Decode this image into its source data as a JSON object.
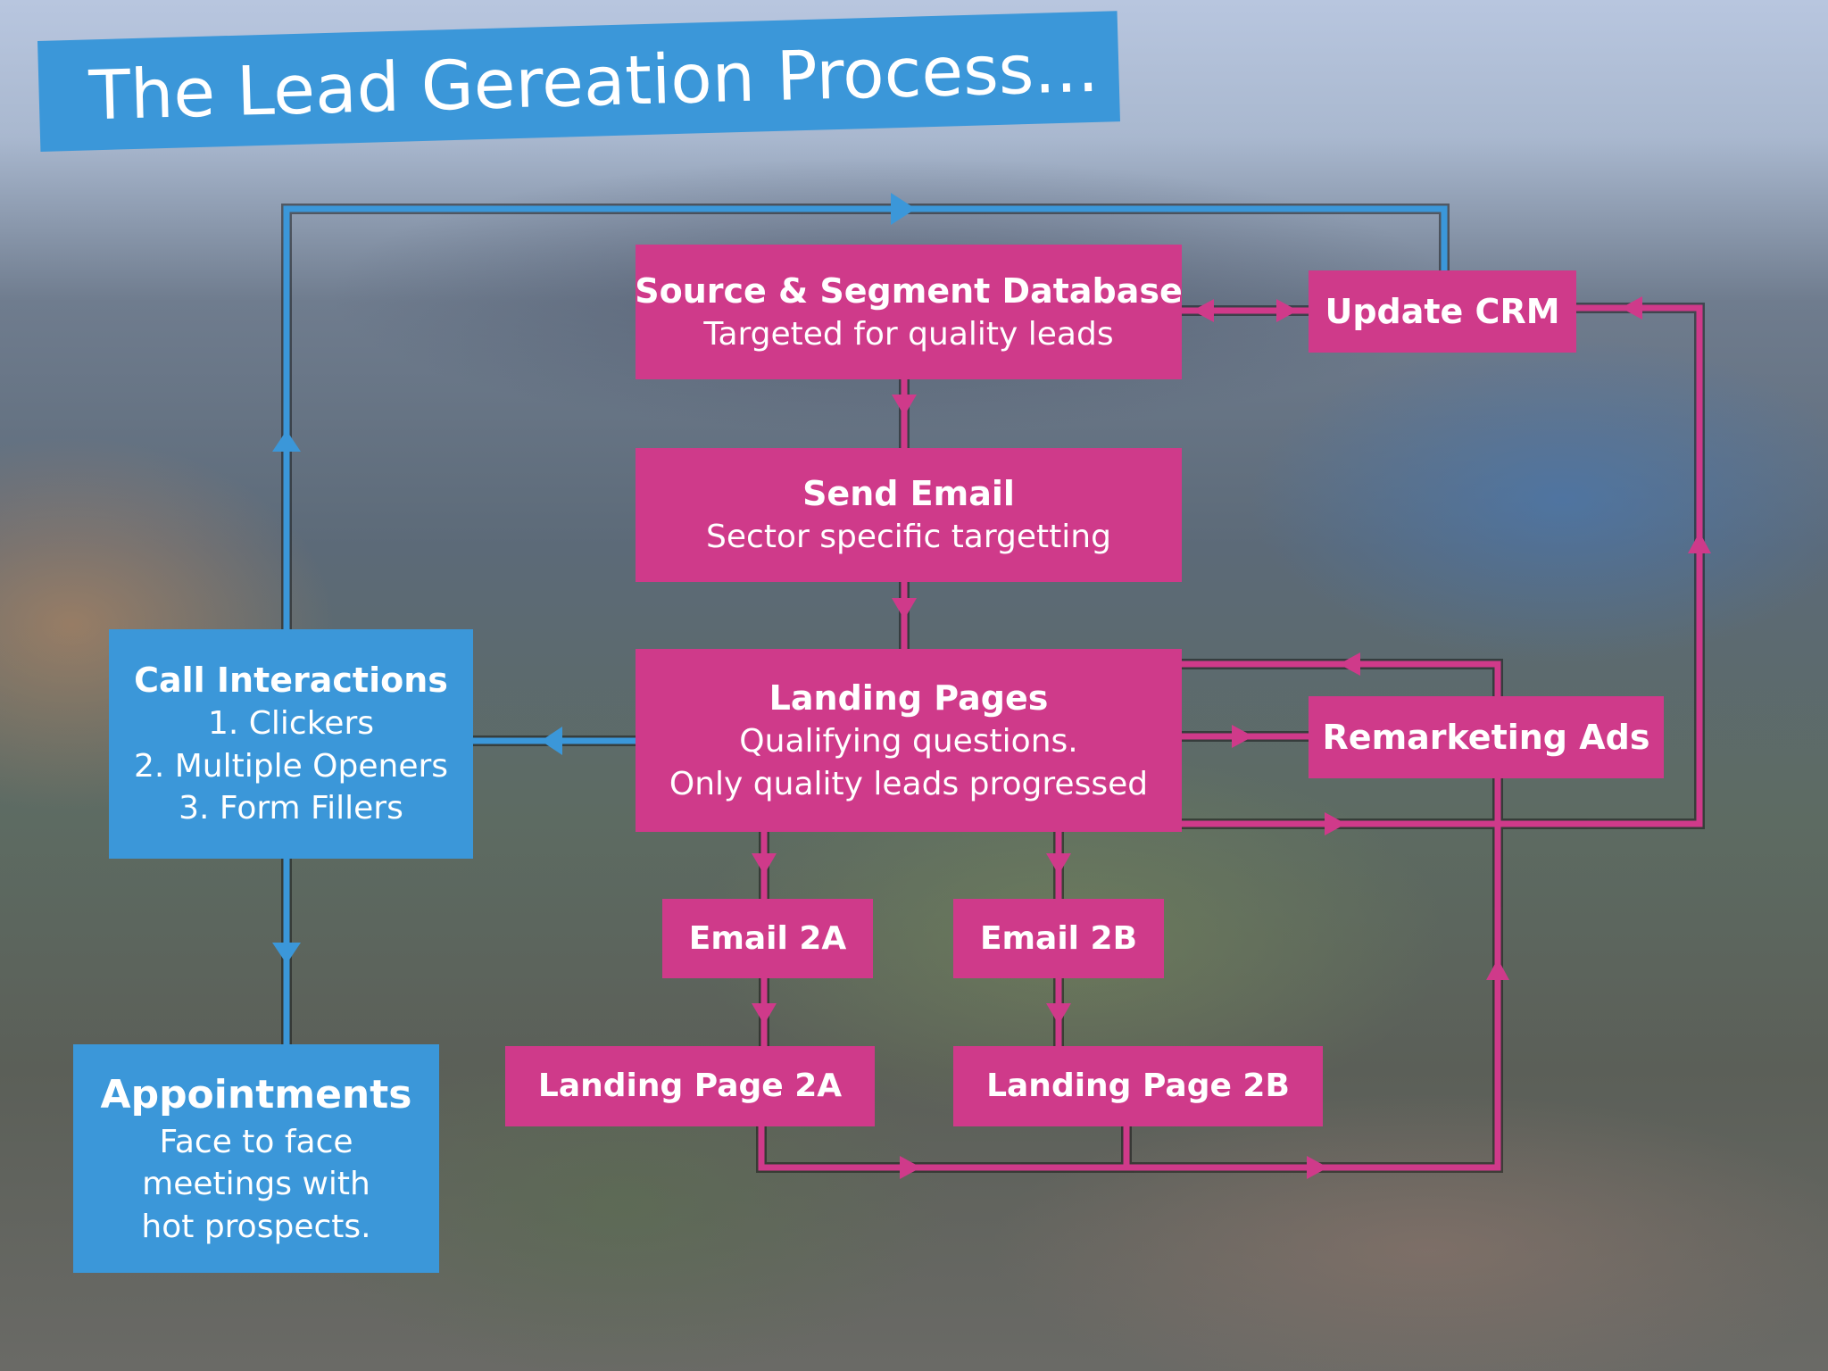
{
  "title": "The Lead Gereation Process...",
  "colors": {
    "pink": "#cf3a8a",
    "blue": "#3b97d9"
  },
  "nodes": {
    "source_db": {
      "heading": "Source & Segment Database",
      "lines": [
        "Targeted for quality leads"
      ]
    },
    "send_email": {
      "heading": "Send Email",
      "lines": [
        "Sector specific targetting"
      ]
    },
    "landing_pages": {
      "heading": "Landing Pages",
      "lines": [
        "Qualifying questions.",
        "Only quality leads progressed"
      ]
    },
    "update_crm": {
      "heading": "Update CRM"
    },
    "remarketing_ads": {
      "heading": "Remarketing Ads"
    },
    "call_interactions": {
      "heading": "Call Interactions",
      "lines": [
        "1. Clickers",
        "2. Multiple Openers",
        "3. Form Fillers"
      ]
    },
    "appointments": {
      "heading": "Appointments",
      "lines": [
        "Face to face",
        "meetings with",
        "hot prospects."
      ]
    },
    "email_2a": {
      "heading": "Email 2A"
    },
    "email_2b": {
      "heading": "Email 2B"
    },
    "landing_page_2a": {
      "heading": "Landing Page 2A"
    },
    "landing_page_2b": {
      "heading": "Landing Page 2B"
    }
  }
}
